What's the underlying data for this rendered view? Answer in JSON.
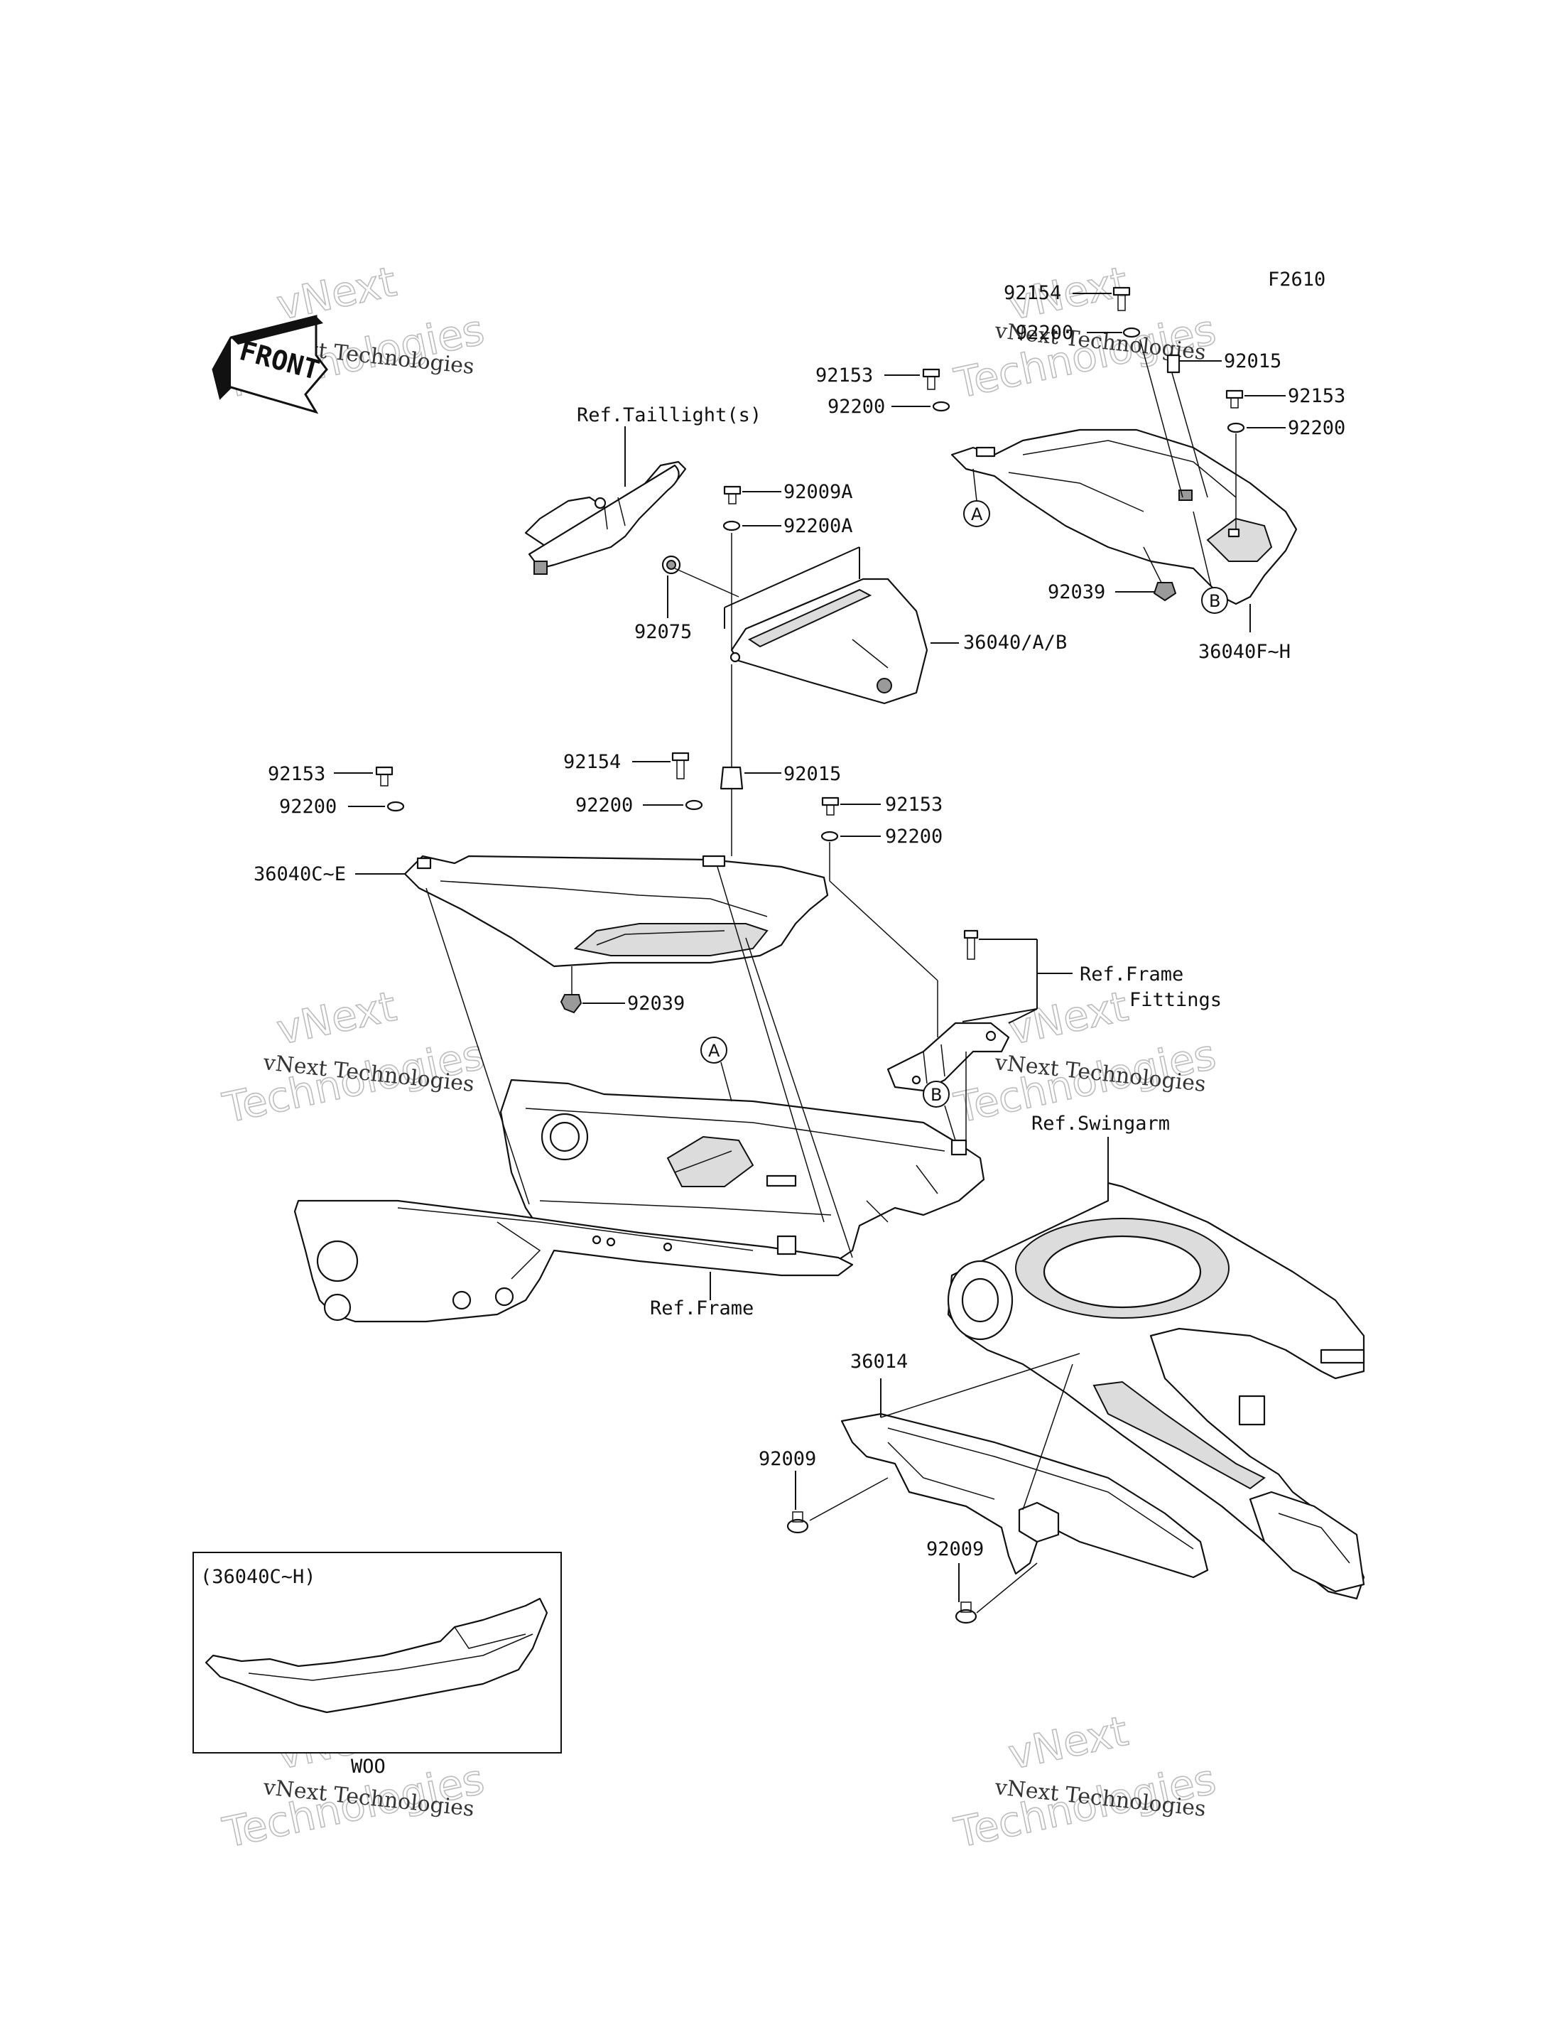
{
  "figure_code": "F2610",
  "front_label": "FRONT",
  "callouts": [
    {
      "id": "92154_top",
      "text": "92154"
    },
    {
      "id": "92200_top",
      "text": "92200"
    },
    {
      "id": "92015_top",
      "text": "92015"
    },
    {
      "id": "92153_tl",
      "text": "92153"
    },
    {
      "id": "92200_tl",
      "text": "92200"
    },
    {
      "id": "92153_tr",
      "text": "92153"
    },
    {
      "id": "92200_tr",
      "text": "92200"
    },
    {
      "id": "92039_tr",
      "text": "92039"
    },
    {
      "id": "36040FH",
      "text": "36040F~H"
    },
    {
      "id": "ref_taillight",
      "text": "Ref.Taillight(s)"
    },
    {
      "id": "92009A",
      "text": "92009A"
    },
    {
      "id": "92200A",
      "text": "92200A"
    },
    {
      "id": "92075",
      "text": "92075"
    },
    {
      "id": "36040AB",
      "text": "36040/A/B"
    },
    {
      "id": "92154_mid",
      "text": "92154"
    },
    {
      "id": "92015_mid",
      "text": "92015"
    },
    {
      "id": "92200_mid",
      "text": "92200"
    },
    {
      "id": "92153_left",
      "text": "92153"
    },
    {
      "id": "92200_left",
      "text": "92200"
    },
    {
      "id": "36040CE",
      "text": "36040C~E"
    },
    {
      "id": "92153_r2",
      "text": "92153"
    },
    {
      "id": "92200_r2",
      "text": "92200"
    },
    {
      "id": "92039_mid",
      "text": "92039"
    },
    {
      "id": "ref_frame_fittings_1",
      "text": "Ref.Frame"
    },
    {
      "id": "ref_frame_fittings_2",
      "text": "Fittings"
    },
    {
      "id": "ref_swingarm",
      "text": "Ref.Swingarm"
    },
    {
      "id": "ref_frame",
      "text": "Ref.Frame"
    },
    {
      "id": "36014",
      "text": "36014"
    },
    {
      "id": "92009_a",
      "text": "92009"
    },
    {
      "id": "92009_b",
      "text": "92009"
    }
  ],
  "circle_markers": [
    {
      "id": "A_top",
      "text": "A"
    },
    {
      "id": "B_top",
      "text": "B"
    },
    {
      "id": "A_mid",
      "text": "A"
    },
    {
      "id": "B_mid",
      "text": "B"
    }
  ],
  "inset": {
    "title": "(36040C~H)",
    "note": "WOO"
  },
  "watermarks": [
    {
      "line1": "vNext Technologies",
      "line2": "vNext",
      "line3": "Technologies"
    },
    {
      "line1": "vNext Technologies",
      "line2": "vNext",
      "line3": "Technologies"
    },
    {
      "line1": "vNext Technologies",
      "line2": "vNext",
      "line3": "Technologies"
    },
    {
      "line1": "vNext Technologies",
      "line2": "vNext",
      "line3": "Technologies"
    },
    {
      "line1": "vNext Technologies",
      "line2": "vNext",
      "line3": "Technologies"
    },
    {
      "line1": "vNext Technologies",
      "line2": "vNext",
      "line3": "Technologies"
    }
  ]
}
